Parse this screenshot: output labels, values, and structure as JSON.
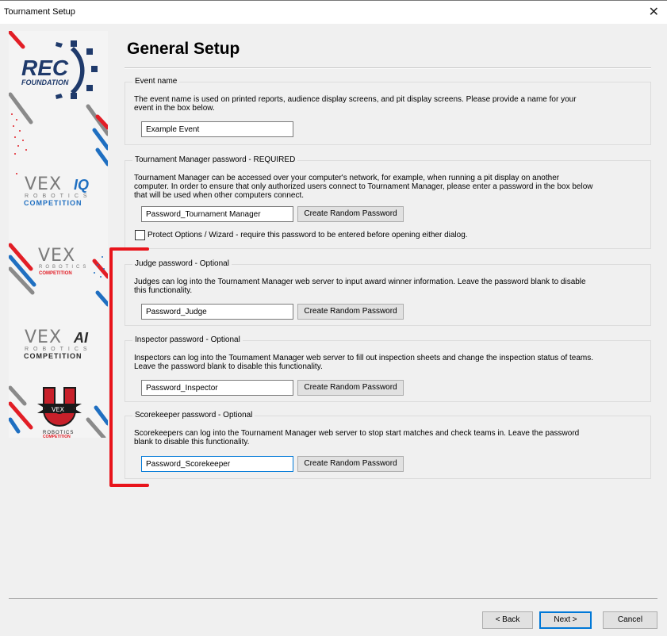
{
  "window": {
    "title": "Tournament Setup",
    "close_glyph": "✕"
  },
  "side_panel": {
    "logos": [
      {
        "name": "REC Foundation",
        "line1": "REC",
        "line2": "FOUNDATION"
      },
      {
        "name": "VEX IQ Robotics Competition",
        "brand": "VEX",
        "suffix": "IQ",
        "line2": "ROBOTICS",
        "line3": "COMPETITION"
      },
      {
        "name": "VEX Robotics Competition",
        "brand": "VEX",
        "line2": "ROBOTICS",
        "line3": "COMPETITION"
      },
      {
        "name": "VEX AI Robotics Competition",
        "brand": "VEX",
        "suffix": "AI",
        "line2": "ROBOTICS",
        "line3": "COMPETITION"
      },
      {
        "name": "VEX U Robotics Competition",
        "brand": "VEX",
        "letter": "U",
        "line2": "ROBOTICS",
        "line3": "COMPETITION"
      }
    ]
  },
  "page": {
    "title": "General Setup"
  },
  "groups": {
    "event_name": {
      "label": "Event name",
      "description": "The event name is used on printed reports, audience display screens, and pit display screens.  Please provide a name for your event in the box below.",
      "value": "Example Event"
    },
    "tm_password": {
      "label": "Tournament Manager password - REQUIRED",
      "description": "Tournament Manager can be accessed over your computer's network, for example, when running a pit display on another computer.  In order to ensure that only authorized users connect to Tournament Manager, please enter a password in the box below that will be used when other computers connect.",
      "value": "Password_Tournament Manager",
      "button": "Create Random Password",
      "checkbox_label": "Protect Options / Wizard - require this password to be entered before opening either dialog.",
      "checkbox_checked": false
    },
    "judge_password": {
      "label": "Judge password - Optional",
      "description": "Judges can log into the Tournament Manager web server to input award winner information. Leave the password blank to disable this functionality.",
      "value": "Password_Judge",
      "button": "Create Random Password"
    },
    "inspector_password": {
      "label": "Inspector password - Optional",
      "description": "Inspectors can log into the Tournament Manager web server to fill out inspection sheets and change the inspection status of teams. Leave the password blank to disable this functionality.",
      "value": "Password_Inspector",
      "button": "Create Random Password"
    },
    "scorekeeper_password": {
      "label": "Scorekeeper password - Optional",
      "description": "Scorekeepers can log into the Tournament Manager web server to stop  start matches and check teams in. Leave the password blank to disable this functionality.",
      "value": "Password_Scorekeeper",
      "button": "Create Random Password"
    }
  },
  "footer": {
    "back": "< Back",
    "next": "Next >",
    "cancel": "Cancel"
  },
  "colors": {
    "annotation_red": "#e8141b",
    "focus_blue": "#0078d7",
    "rec_navy": "#1f3a6b",
    "vex_gray": "#7b7b7b",
    "iq_blue": "#1f6fc1",
    "vrc_red": "#e21e26"
  }
}
